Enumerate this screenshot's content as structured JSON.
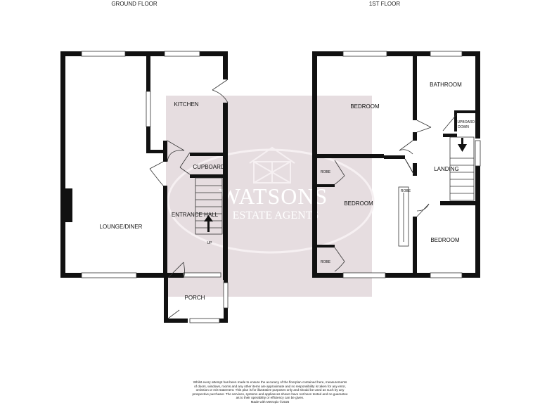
{
  "floors": [
    {
      "title": "GROUND FLOOR",
      "rooms": {
        "kitchen": "KITCHEN",
        "cupboard": "CUPBOARD",
        "entrance_hall": "ENTRANCE HALL",
        "lounge_diner": "LOUNGE/DINER",
        "porch": "PORCH",
        "stairs_up": "UP"
      }
    },
    {
      "title": "1ST FLOOR",
      "rooms": {
        "bedroom_1": "BEDROOM",
        "bathroom": "BATHROOM",
        "cupboard_down": "CUPBOARD",
        "down": "DOWN",
        "landing": "LANDING",
        "bedroom_2": "BEDROOM",
        "bedroom_3": "BEDROOM",
        "robe_1": "ROBE",
        "robe_2": "ROBE",
        "robe_3": "ROBE"
      }
    }
  ],
  "watermark": {
    "line1": "WATSONS",
    "line2": "ESTATE AGENTS"
  },
  "disclaimer": [
    "Whilst every attempt has been made to ensure the accuracy of the floorplan contained here, measurements",
    "of doors, windows, rooms and any other items are approximate and no responsibility is taken for any error,",
    "omission or mis-statement. This plan is for illustrative purposes only and should be used as such by any",
    "prospective purchaser. The services, systems and appliances shown have not been tested and no guarantee",
    "as to their operability or efficiency can be given.",
    "Made with Metropix ©2025"
  ],
  "colors": {
    "wall": "#111111",
    "watermark_panel": "#ddd2d6",
    "watermark_ring": "#f4eef0"
  }
}
